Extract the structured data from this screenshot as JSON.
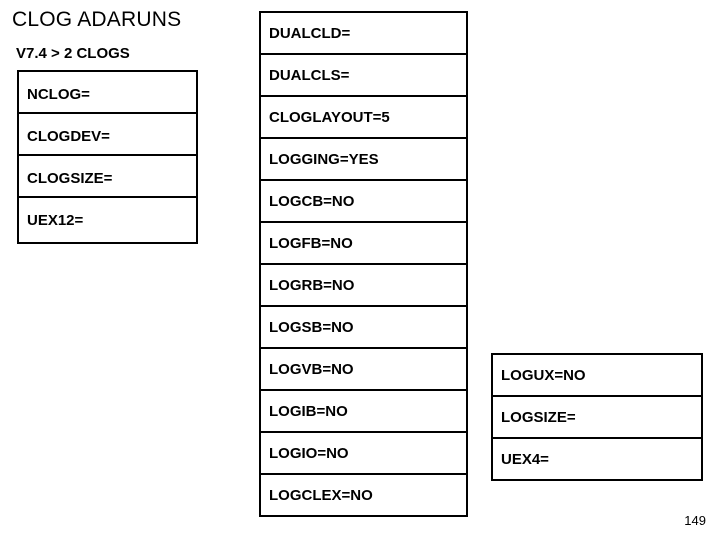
{
  "slide": {
    "title": "CLOG ADARUNS",
    "subtitle": "V7.4  > 2 CLOGS",
    "page_number": "149",
    "left_column": [
      {
        "label": "NCLOG="
      },
      {
        "label": "CLOGDEV="
      },
      {
        "label": "CLOGSIZE="
      },
      {
        "label": "UEX12="
      }
    ],
    "middle_column": [
      {
        "label": "DUALCLD="
      },
      {
        "label": "DUALCLS="
      },
      {
        "label": "CLOGLAYOUT=5"
      },
      {
        "label": "LOGGING=YES"
      },
      {
        "label": "LOGCB=NO"
      },
      {
        "label": "LOGFB=NO"
      },
      {
        "label": "LOGRB=NO"
      },
      {
        "label": "LOGSB=NO"
      },
      {
        "label": "LOGVB=NO"
      },
      {
        "label": "LOGIB=NO"
      },
      {
        "label": "LOGIO=NO"
      },
      {
        "label": "LOGCLEX=NO"
      }
    ],
    "right_column": [
      {
        "label": "LOGUX=NO"
      },
      {
        "label": "LOGSIZE="
      },
      {
        "label": "UEX4="
      }
    ]
  }
}
